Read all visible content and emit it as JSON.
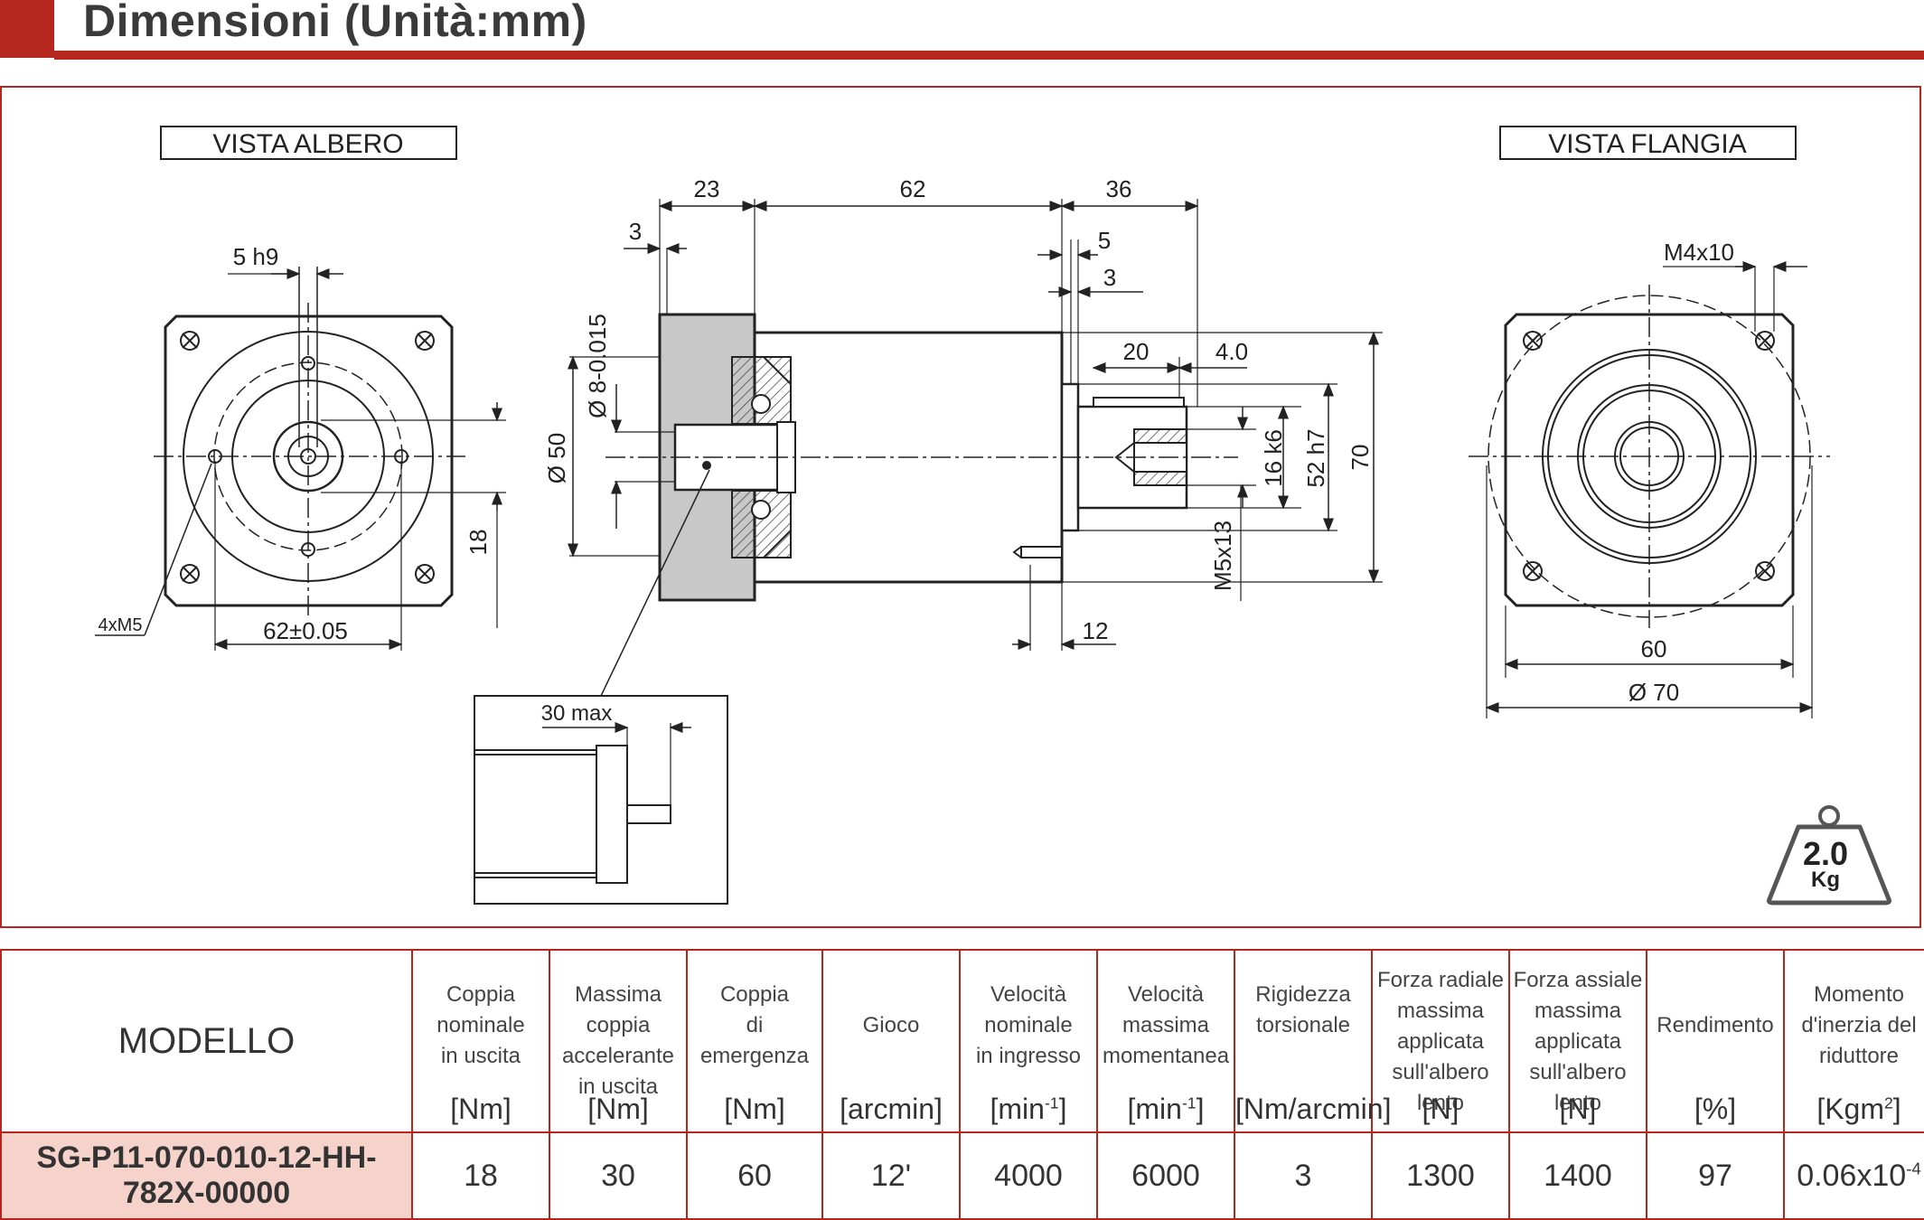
{
  "header": {
    "title": "Dimensioni (Unità:mm)"
  },
  "views": {
    "shaft_view": "VISTA ALBERO",
    "flange_view": "VISTA FLANGIA"
  },
  "dimensions": {
    "d_23": "23",
    "d_62": "62",
    "d_36": "36",
    "d_3a": "3",
    "d_5": "5",
    "d_3b": "3",
    "d_5h9": "5 h9",
    "d_8": "Ø 8-0.015",
    "d_50": "Ø 50",
    "d_20": "20",
    "d_40": "4.0",
    "d_16": "16 k6",
    "d_52": "52 h7",
    "d_70v": "70",
    "d_m5": "M5x13",
    "d_12": "12",
    "d_18": "18",
    "d_4xm5": "4xM5",
    "d_62pm": "62±0.05",
    "d_30max": "30 max",
    "d_m4": "M4x10",
    "d_60": "60",
    "d_70": "Ø 70"
  },
  "weight": {
    "value": "2.0",
    "unit": "Kg"
  },
  "table": {
    "model_header": "MODELLO",
    "columns": [
      {
        "title": "Coppia\nnominale\nin uscita",
        "unit": "[Nm]"
      },
      {
        "title": "Massima coppia\naccelerante\nin uscita",
        "unit": "[Nm]"
      },
      {
        "title": "Coppia\ndi\nemergenza",
        "unit": "[Nm]"
      },
      {
        "title": "\nGioco",
        "unit": "[arcmin]"
      },
      {
        "title": "Velocità\nnominale\nin ingresso",
        "unit_base": "[min",
        "unit_sup": "-1",
        "unit_end": "]"
      },
      {
        "title": "Velocità\nmassima\nmomentanea",
        "unit_base": "[min",
        "unit_sup": "-1",
        "unit_end": "]"
      },
      {
        "title": "Rigidezza\ntorsionale",
        "unit": "[Nm/arcmin]"
      },
      {
        "title": "Forza radiale\nmassima\napplicata\nsull'albero lento",
        "unit": "[N]"
      },
      {
        "title": "Forza assiale\nmassima\napplicata\nsull'albero lento",
        "unit": "[N]"
      },
      {
        "title": "\nRendimento",
        "unit": "[%]"
      },
      {
        "title": "Momento\nd'inerzia del\nriduttore",
        "unit_base": "[Kgm",
        "unit_sup": "2",
        "unit_end": "]"
      }
    ],
    "row": {
      "model": "SG-P11-070-010-12-HH-782X-00000",
      "values": [
        "18",
        "30",
        "60",
        "12'",
        "4000",
        "6000",
        "3",
        "1300",
        "1400",
        "97"
      ],
      "inertia_base": "0.06x10",
      "inertia_sup": "-4"
    }
  }
}
